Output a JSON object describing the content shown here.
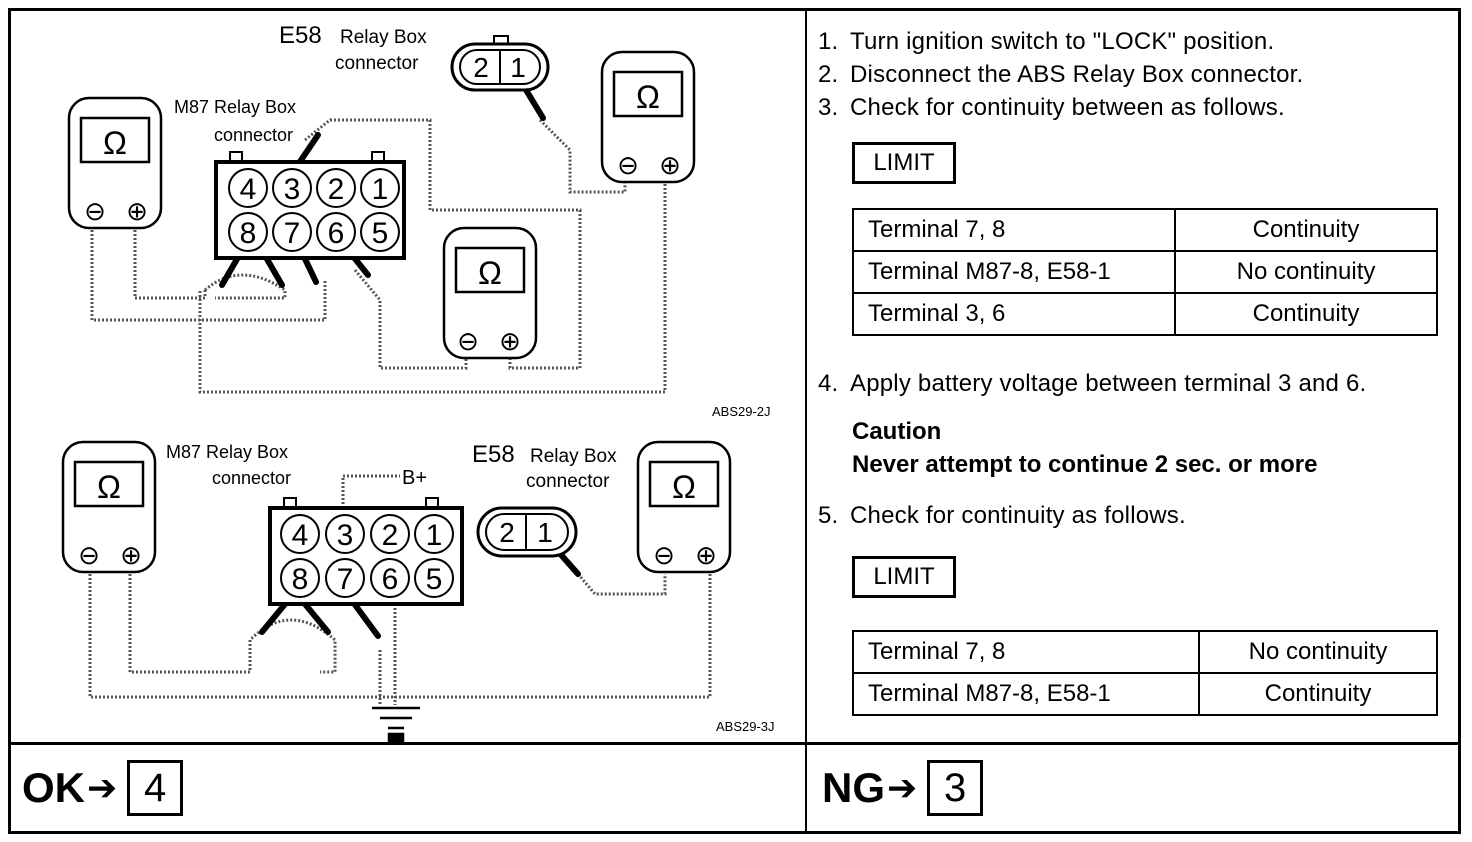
{
  "diagram_top": {
    "e58_label": "E58",
    "e58_relay": "Relay Box",
    "e58_connector": "connector",
    "m87_label": "M87 Relay Box",
    "m87_connector": "connector",
    "pins_top": [
      "4",
      "3",
      "2",
      "1"
    ],
    "pins_bottom": [
      "8",
      "7",
      "6",
      "5"
    ],
    "e58_pins": [
      "2",
      "1"
    ],
    "ohm": "Ω",
    "minus": "⊖",
    "plus": "⊕",
    "code": "ABS29-2J"
  },
  "diagram_bottom": {
    "m87_label": "M87 Relay Box",
    "m87_connector": "connector",
    "b_plus": "B+",
    "e58_label": "E58",
    "e58_relay": "Relay Box",
    "e58_connector": "connector",
    "pins_top": [
      "4",
      "3",
      "2",
      "1"
    ],
    "pins_bottom": [
      "8",
      "7",
      "6",
      "5"
    ],
    "e58_pins": [
      "2",
      "1"
    ],
    "ohm": "Ω",
    "minus": "⊖",
    "plus": "⊕",
    "code": "ABS29-3J"
  },
  "steps": {
    "s1_num": "1.",
    "s1": "Turn ignition switch to \"LOCK\" position.",
    "s2_num": "2.",
    "s2": "Disconnect the ABS Relay Box connector.",
    "s3_num": "3.",
    "s3": "Check for continuity between as follows.",
    "s4_num": "4.",
    "s4": "Apply battery voltage between terminal 3 and 6.",
    "s5_num": "5.",
    "s5": "Check for continuity as follows."
  },
  "limit_label": "LIMIT",
  "table1": [
    {
      "terminal": "Terminal 7, 8",
      "value": "Continuity"
    },
    {
      "terminal": "Terminal M87-8, E58-1",
      "value": "No continuity"
    },
    {
      "terminal": "Terminal 3, 6",
      "value": "Continuity"
    }
  ],
  "caution_title": "Caution",
  "caution_text": "Never attempt to continue 2 sec. or more",
  "table2": [
    {
      "terminal": "Terminal 7, 8",
      "value": "No continuity"
    },
    {
      "terminal": "Terminal M87-8, E58-1",
      "value": "Continuity"
    }
  ],
  "ok": {
    "label": "OK",
    "arrow": "➔",
    "target": "4"
  },
  "ng": {
    "label": "NG",
    "arrow": "➔",
    "target": "3"
  }
}
